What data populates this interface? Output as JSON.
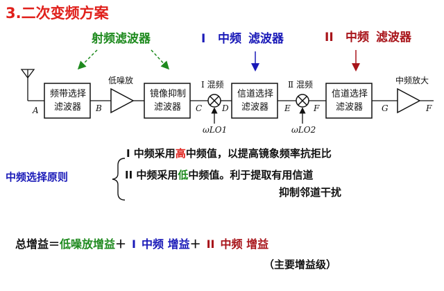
{
  "title": "3.二次变频方案",
  "headers": {
    "rf_filter": "射频滤波器",
    "if1_roman": "Ⅰ",
    "if1_text": "中频",
    "if1_filter": "滤波器",
    "if2_roman": "ⅠⅠ",
    "if2_text": "中频",
    "if2_filter": "滤波器"
  },
  "blocks": {
    "bandpass_line1": "频带选择",
    "bandpass_line2": "滤波器",
    "image_line1": "镜像抑制",
    "image_line2": "滤波器",
    "channel1_line1": "信道选择",
    "channel1_line2": "滤波器",
    "channel2_line1": "信道选择",
    "channel2_line2": "滤波器"
  },
  "labels": {
    "lna": "低噪放",
    "mixer1": "Ⅰ 混频",
    "mixer2": "Ⅱ 混频",
    "if_amp": "中频放大",
    "lo1": "ωLO1",
    "lo2": "ωLO2"
  },
  "nodes": [
    "A",
    "B",
    "C",
    "D",
    "E",
    "F",
    "G",
    "F"
  ],
  "principle": {
    "label": "中频选择原则",
    "rule1_pre": "Ⅰ 中频采用",
    "rule1_high": "高",
    "rule1_post": "中频值，以提高镜象频率抗拒比",
    "rule2_pre": "ⅠⅠ 中频采用",
    "rule2_low": "低",
    "rule2_post": "中频值。利于提取有用信道",
    "rule2_line2": "抑制邻道干扰"
  },
  "gain": {
    "prefix": "总增益＝",
    "lna_gain": "低噪放增益",
    "plus1": "＋",
    "if1_roman": "Ⅰ",
    "if1_gain": "中频 增益",
    "plus2": "＋",
    "if2_roman": "ⅠⅠ",
    "if2_gain": "中频 增益",
    "note": "（主要增益级）"
  },
  "colors": {
    "title": "#e0201b",
    "green": "#1e8a1e",
    "blue": "#1a1ab8",
    "darkred": "#a8141a"
  }
}
